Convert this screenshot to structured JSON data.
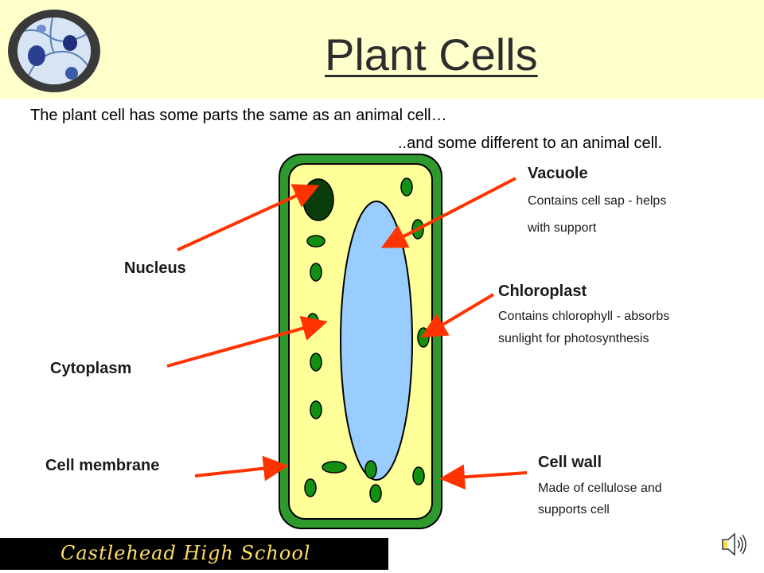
{
  "title": "Plant Cells",
  "intro": {
    "line1": "The plant cell has some parts the same as an animal cell…",
    "line2": "..and some different to an animal cell."
  },
  "labels": {
    "vacuole": {
      "name": "Vacuole",
      "desc_line1": "Contains cell sap - helps",
      "desc_line2": "with support"
    },
    "nucleus": {
      "name": "Nucleus"
    },
    "chloroplast": {
      "name": "Chloroplast",
      "desc_line1": "Contains chlorophyll - absorbs",
      "desc_line2": "sunlight for photosynthesis"
    },
    "cytoplasm": {
      "name": "Cytoplasm"
    },
    "cell_membrane": {
      "name": "Cell membrane"
    },
    "cell_wall": {
      "name": "Cell wall",
      "desc_line1": "Made of cellulose and",
      "desc_line2": "supports cell"
    }
  },
  "footer": {
    "school": "Castlehead High School"
  },
  "colors": {
    "header_bg": "#ffffcc",
    "cell_wall": "#2e9a2e",
    "cytoplasm": "#ffff99",
    "vacuole": "#99ccff",
    "chloroplast": "#129012",
    "nucleus": "#0a3d0a",
    "arrow": "#ff3300"
  }
}
